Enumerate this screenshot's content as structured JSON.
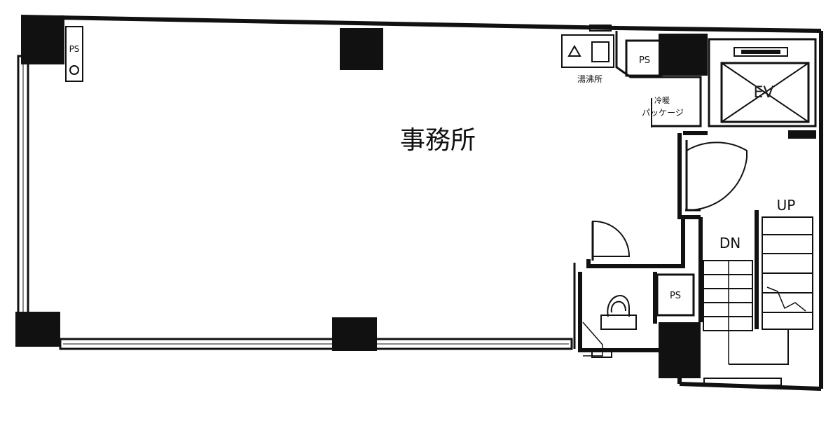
{
  "rooms": {
    "office": "事務所",
    "kitchen": "湯沸所",
    "aircon": "冷暖\nパッケージ",
    "elevator": "EV"
  },
  "shafts": {
    "ps1": "PS",
    "ps2": "PS",
    "ps3": "PS"
  },
  "stairs": {
    "up": "UP",
    "down": "DN"
  },
  "colors": {
    "ink": "#111111",
    "paper": "#ffffff"
  }
}
